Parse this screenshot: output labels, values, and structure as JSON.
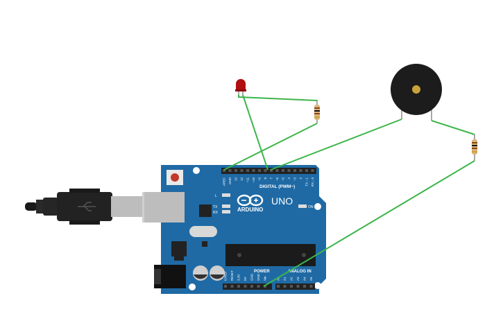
{
  "board": {
    "brand": "ARDUINO",
    "model": "UNO",
    "digital_header_label": "DIGITAL (PWM~)",
    "analog_header_label": "ANALOG IN",
    "power_header_label": "POWER",
    "on_label": "ON",
    "led_l_label": "L",
    "led_tx_label": "TX",
    "led_rx_label": "RX",
    "digital_pins": [
      "AREF",
      "GND",
      "13",
      "12",
      "~11",
      "~10",
      "~9",
      "8",
      "7",
      "~6",
      "~5",
      "4",
      "~3",
      "2",
      "TX→1",
      "RX←0"
    ],
    "power_pins": [
      "IOREF",
      "RESET",
      "3.3V",
      "5V",
      "GND",
      "GND",
      "Vin"
    ],
    "analog_pins": [
      "A0",
      "A1",
      "A2",
      "A3",
      "A4",
      "A5"
    ],
    "colors": {
      "board": "#1f6aa5",
      "header": "#222222",
      "silk": "#ffffff"
    }
  },
  "components": {
    "led": {
      "color": "#b01010"
    },
    "buzzer": {
      "color": "#1c1c1c",
      "center": "#c9a23a"
    },
    "wire_color": "#3cb54a"
  }
}
